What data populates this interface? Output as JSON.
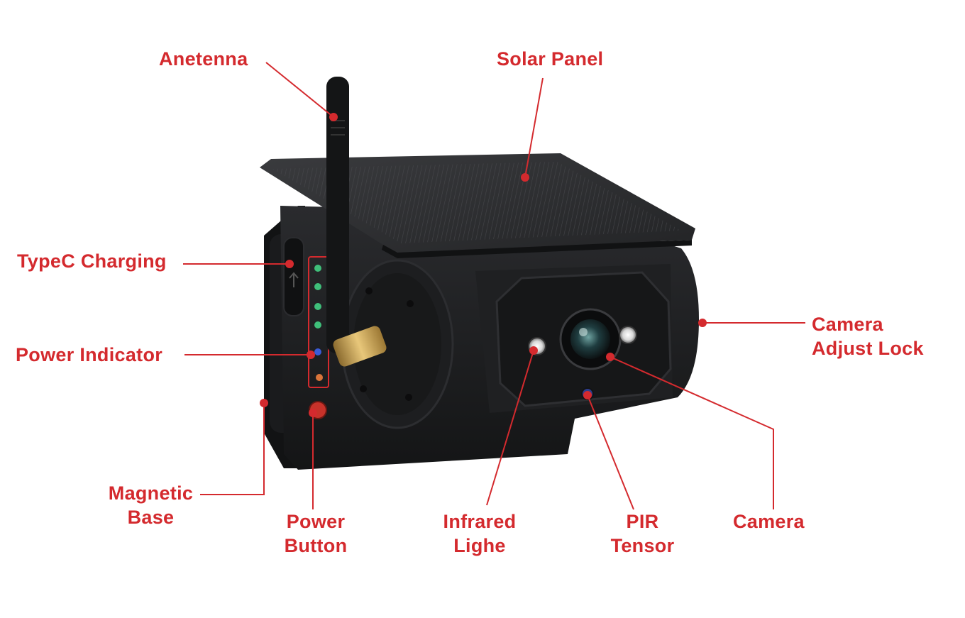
{
  "colors": {
    "accent": "#d42a2e",
    "device_body": "#1c1d1f",
    "led_green": "#3fbf7a",
    "led_blue": "#3b5bd6",
    "led_orange": "#d9743a"
  },
  "labels": {
    "antenna": "Anetenna",
    "solar_panel": "Solar Panel",
    "typec_charging": "TypeC Charging",
    "power_indicator": "Power Indicator",
    "camera_adjust_lock": {
      "line1": "Camera",
      "line2": "Adjust Lock"
    },
    "magnetic_base": {
      "line1": "Magnetic",
      "line2": "Base"
    },
    "power_button": {
      "line1": "Power",
      "line2": "Button"
    },
    "infrared_light": {
      "line1": "Infrared",
      "line2": "Lighe"
    },
    "pir_sensor": {
      "line1": "PIR",
      "line2": "Tensor"
    },
    "camera": "Camera"
  }
}
